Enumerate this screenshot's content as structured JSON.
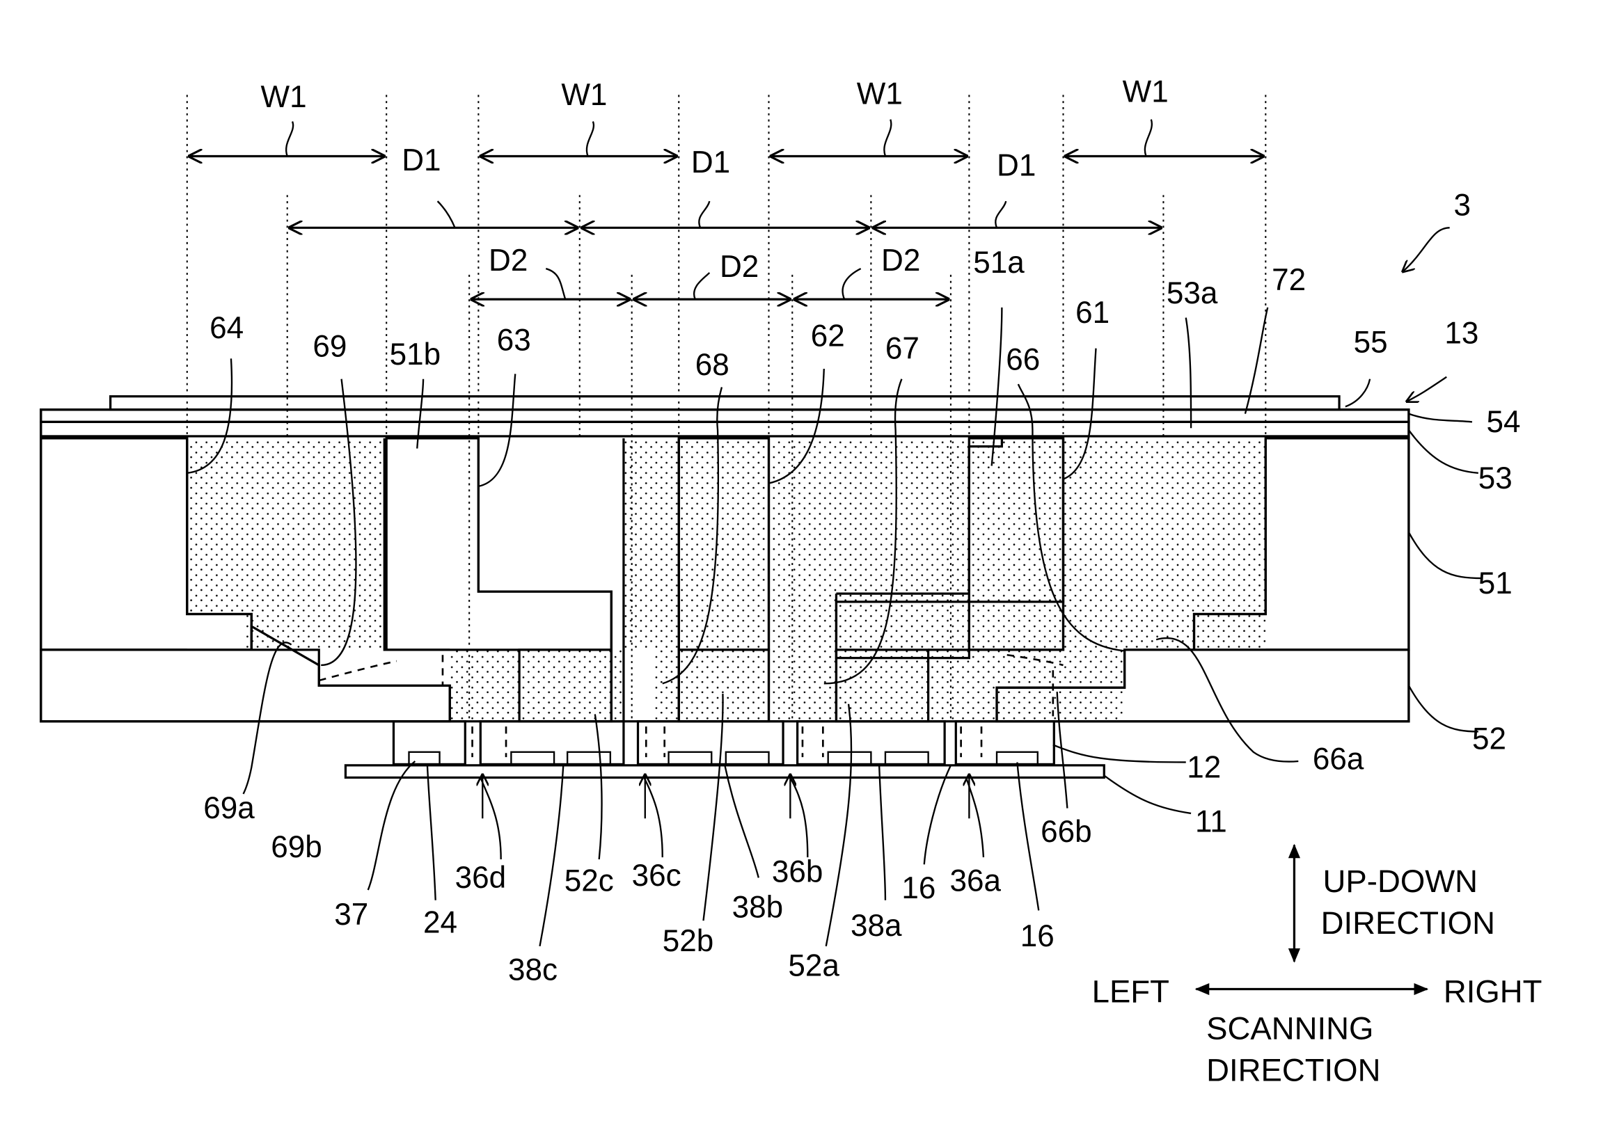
{
  "figure": {
    "dimension_labels": {
      "w1": "W1",
      "d1": "D1",
      "d2": "D2"
    },
    "labels": {
      "ref_3": "3",
      "ref_13": "13",
      "ref_72": "72",
      "ref_55": "55",
      "ref_54": "54",
      "ref_53": "53",
      "ref_53a": "53a",
      "ref_51": "51",
      "ref_51a": "51a",
      "ref_51b": "51b",
      "ref_52": "52",
      "ref_52a": "52a",
      "ref_52b": "52b",
      "ref_52c": "52c",
      "ref_61": "61",
      "ref_62": "62",
      "ref_63": "63",
      "ref_64": "64",
      "ref_66": "66",
      "ref_66a": "66a",
      "ref_66b": "66b",
      "ref_67": "67",
      "ref_68": "68",
      "ref_69": "69",
      "ref_69a": "69a",
      "ref_69b": "69b",
      "ref_12": "12",
      "ref_11": "11",
      "ref_16_upper": "16",
      "ref_16_lower": "16",
      "ref_24": "24",
      "ref_37": "37",
      "ref_36a": "36a",
      "ref_36b": "36b",
      "ref_36c": "36c",
      "ref_36d": "36d",
      "ref_38a": "38a",
      "ref_38b": "38b",
      "ref_38c": "38c"
    },
    "direction_legend": {
      "up_down_line1": "UP-DOWN",
      "up_down_line2": "DIRECTION",
      "left": "LEFT",
      "right": "RIGHT",
      "scanning_line1": "SCANNING",
      "scanning_line2": "DIRECTION"
    }
  }
}
